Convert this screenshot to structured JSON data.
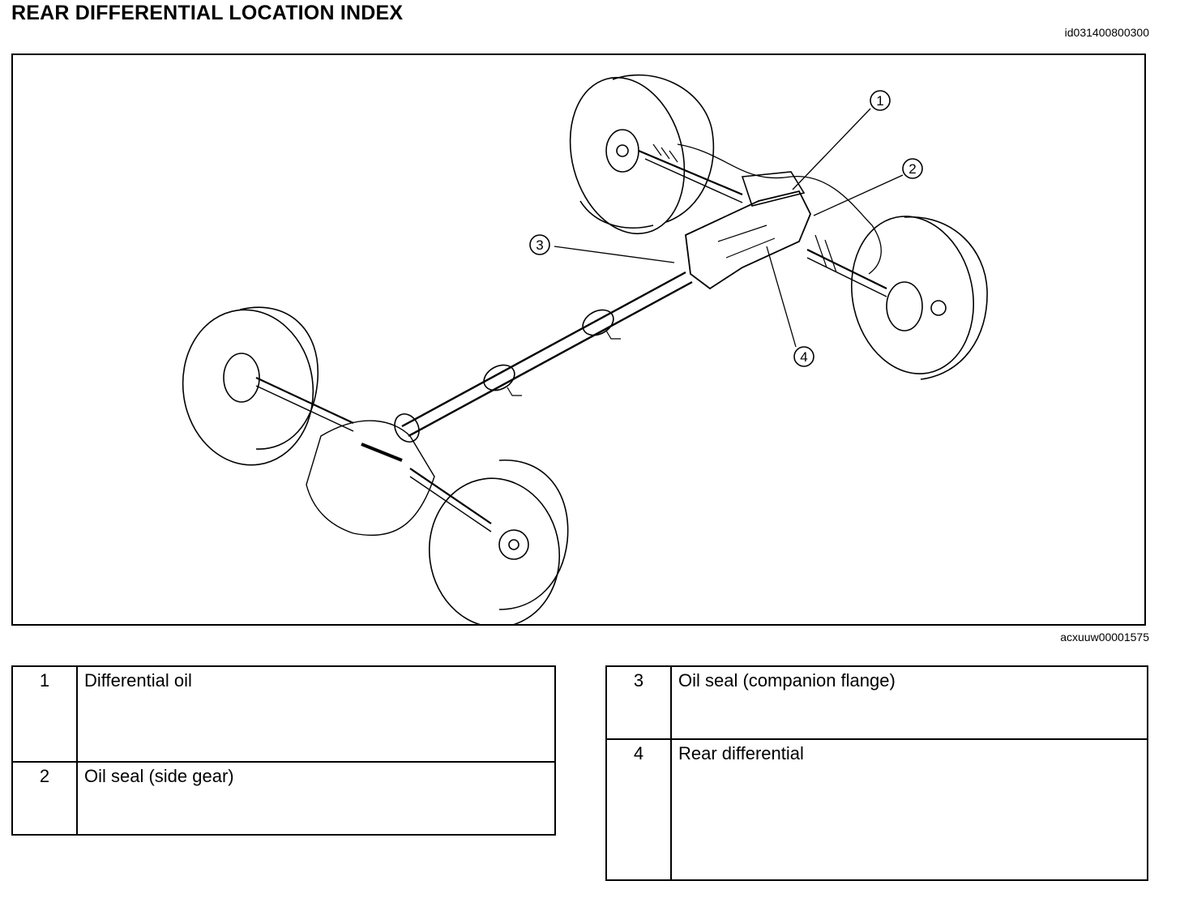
{
  "page": {
    "title": "REAR DIFFERENTIAL LOCATION INDEX",
    "doc_id": "id031400800300"
  },
  "figure": {
    "figure_id": "acxuuw00001575",
    "callouts": [
      "1",
      "2",
      "3",
      "4"
    ]
  },
  "legend": {
    "left": [
      {
        "num": "1",
        "label": "Differential oil"
      },
      {
        "num": "2",
        "label": "Oil seal (side gear)"
      }
    ],
    "right": [
      {
        "num": "3",
        "label": "Oil seal (companion flange)"
      },
      {
        "num": "4",
        "label": "Rear differential"
      }
    ]
  }
}
